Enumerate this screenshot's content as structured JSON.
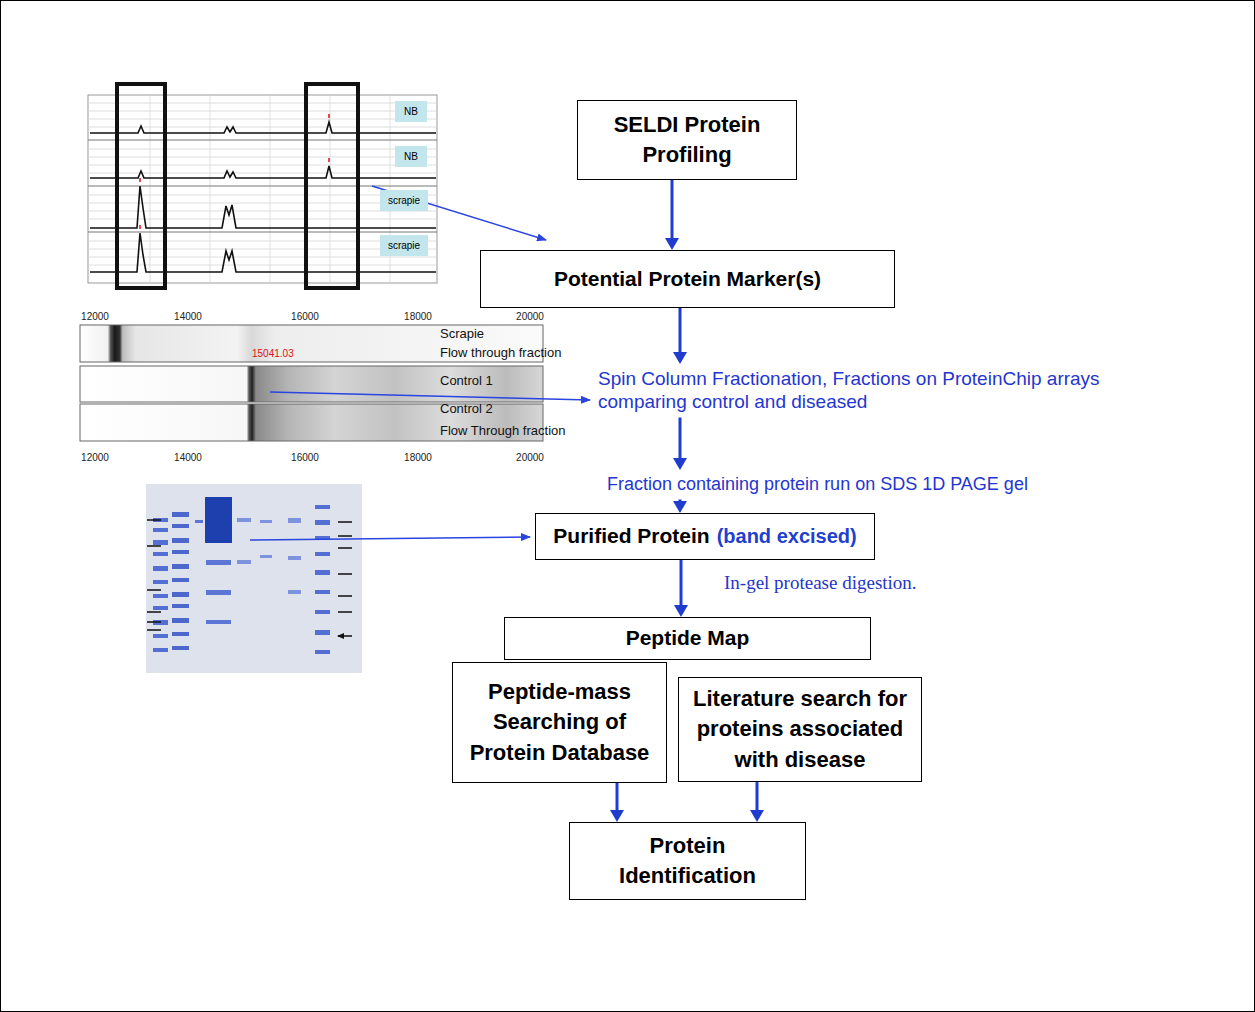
{
  "diagram": {
    "nodes": [
      {
        "text": [
          "SELDI Protein Profiling"
        ]
      },
      {
        "text": [
          "Potential Protein Marker(s)"
        ]
      },
      {
        "text": [
          "Purified Protein",
          "(band excised)"
        ]
      },
      {
        "text": [
          "Peptide Map"
        ]
      },
      {
        "text": [
          "Peptide-mass Searching of Protein Database"
        ]
      },
      {
        "text": [
          "Literature search for proteins associated with disease"
        ]
      },
      {
        "text": [
          "Protein Identification"
        ]
      }
    ],
    "edges": [
      {
        "from": 0,
        "to": 1,
        "arrow": "to"
      },
      {
        "from": 1,
        "to": 2,
        "arrow": "to"
      },
      {
        "from": 2,
        "to": 3,
        "arrow": "to",
        "label": "In-gel protease digestion."
      },
      {
        "from": 4,
        "to": 6,
        "arrow": "to"
      },
      {
        "from": 5,
        "to": 6,
        "arrow": "to"
      }
    ],
    "labels": [
      "NB",
      "NB",
      "scrapie",
      "scrapie",
      "12000",
      "14000",
      "16000",
      "18000",
      "20000",
      "Scrapie",
      "Flow through fraction",
      "15041.03",
      "Control 1",
      "Control 2",
      "Flow Through fraction",
      "12000",
      "14000",
      "16000",
      "18000",
      "20000",
      "Spin Column Fractionation, Fractions on ProteinChip arrays comparing control and diseased",
      "Fraction containing protein run on SDS 1D PAGE gel"
    ]
  }
}
